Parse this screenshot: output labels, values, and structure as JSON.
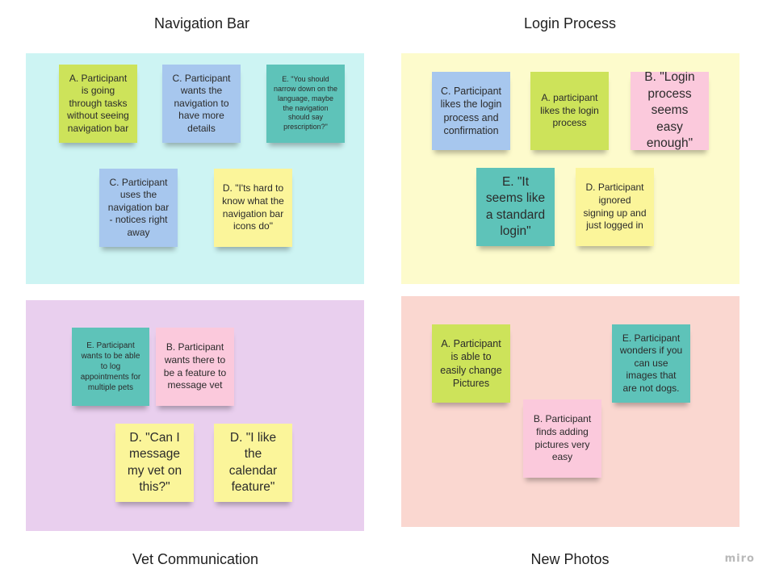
{
  "board": {
    "groups": [
      {
        "title": "Navigation Bar",
        "color": "#cdf4f3",
        "notes": [
          "A. Participant is going through tasks without seeing navigation bar",
          "C. Participant wants the navigation to have more details",
          "E. \"You should narrow down on the language, maybe the navigation should say prescription?\"",
          "C. Participant uses the navigation bar - notices right away",
          "D. \"I'ts hard to know what the navigation bar icons do\""
        ]
      },
      {
        "title": "Login Process",
        "color": "#fdfbcc",
        "notes": [
          "C. Participant likes the login process and confirmation",
          "A. participant likes the login process",
          "B. \"Login process seems easy enough\"",
          "E. \"It seems like a standard login\"",
          "D. Participant ignored signing up and just logged in"
        ]
      },
      {
        "title": "Vet Communication",
        "color": "#e9cfee",
        "notes": [
          "E. Participant wants to be able to log appointments for multiple pets",
          "B. Participant wants there to be a feature to message vet",
          "D. \"Can I message my vet on this?\"",
          "D. \"I like the calendar feature\""
        ]
      },
      {
        "title": "New Photos",
        "color": "#fad7d0",
        "notes": [
          "A. Participant is able to easily change Pictures",
          "E. Participant wonders if you can use images that are not dogs.",
          "B. Participant finds adding pictures very easy"
        ]
      }
    ]
  },
  "watermark": "miro",
  "colors": {
    "green": "#cde35a",
    "blue": "#a7c7ee",
    "teal": "#5ec3b9",
    "yellow": "#fbf59a",
    "pink": "#fbc9dc"
  }
}
